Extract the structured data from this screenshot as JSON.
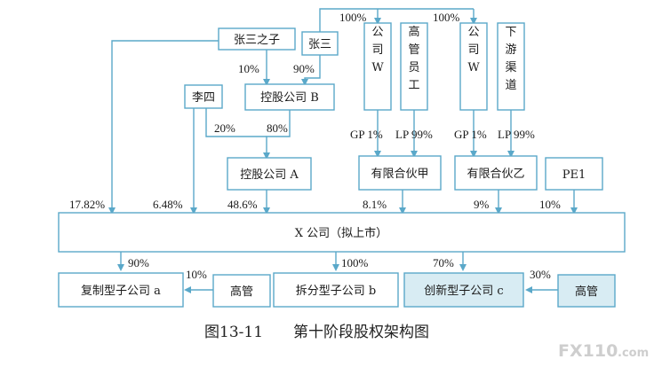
{
  "nodes": {
    "zhangsan_child": "张三之子",
    "zhangsan": "张三",
    "company_w1": "公司W",
    "senior_mgmt_staff": "高管员工",
    "company_w2": "公司W",
    "downstream_channel": "下游渠道",
    "lisi": "李四",
    "holding_b": "控股公司 B",
    "holding_a": "控股公司 A",
    "partnership_jia": "有限合伙甲",
    "partnership_yi": "有限合伙乙",
    "pe1": "PE1",
    "company_x": "X 公司（拟上市）",
    "sub_copy_a": "复制型子公司 a",
    "mgmt_a": "高管",
    "sub_split_b": "拆分型子公司 b",
    "sub_innov_c": "创新型子公司 c",
    "mgmt_c": "高管"
  },
  "labels": {
    "zs_top_100": "100%",
    "w2_top_100": "100%",
    "child_to_b": "10%",
    "zs_to_b": "90%",
    "lisi_to_a": "20%",
    "b_to_a": "80%",
    "jia_gp": "GP 1%",
    "jia_lp": "LP 99%",
    "yi_gp": "GP 1%",
    "yi_lp": "LP 99%",
    "child_to_x": "17.82%",
    "lisi_to_x": "6.48%",
    "a_to_x": "48.6%",
    "jia_to_x": "8.1%",
    "yi_to_x": "9%",
    "pe1_to_x": "10%",
    "x_to_a_sub": "90%",
    "mgmt_to_a_sub": "10%",
    "x_to_b_sub": "100%",
    "x_to_c_sub": "70%",
    "mgmt_to_c_sub": "30%"
  },
  "caption": {
    "figure_no": "图13-11",
    "title": "第十阶段股权架构图"
  },
  "watermark": {
    "brand": "FX110",
    "suffix": ".com"
  },
  "colors": {
    "stroke": "#5aa8c9",
    "tint": "#d8ecf3"
  }
}
